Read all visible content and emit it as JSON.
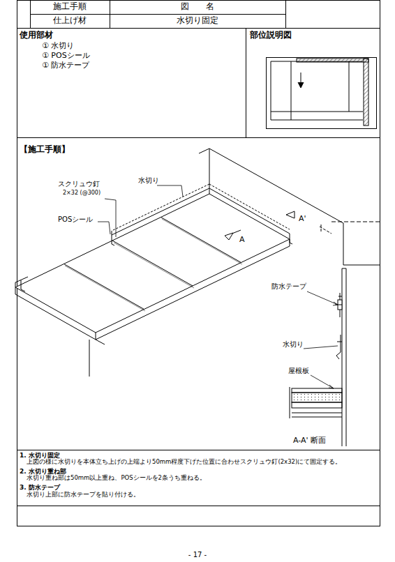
{
  "diagram": {
    "title": "水切り固定",
    "labels": [
      "施工手順",
      "図　　名",
      "仕上げ材",
      "使用部材",
      "① 水切り",
      "① POSシール",
      "① 防水テープ",
      "部位説明図",
      "【施工手順】",
      "スクリュウ釘",
      "2×32 (@300)",
      "水切り",
      "POSシール",
      "A'",
      "A",
      "防水テープ",
      "水切り",
      "屋根板",
      "A-A' 断面",
      "1. 水切り固定",
      "上図の様に水切りを本体立ち上げの上端より50mm程度下げた位置に合わせスクリュウ釘(2x32)にて固定する。",
      "2. 水切り重ね部",
      "水切り重ね部は50mm以上重ね、POSシールを2条うち重ねる。",
      "3. 防水テープ",
      "水切り上部に防水テープを貼り付ける。",
      "- 17 -"
    ]
  }
}
